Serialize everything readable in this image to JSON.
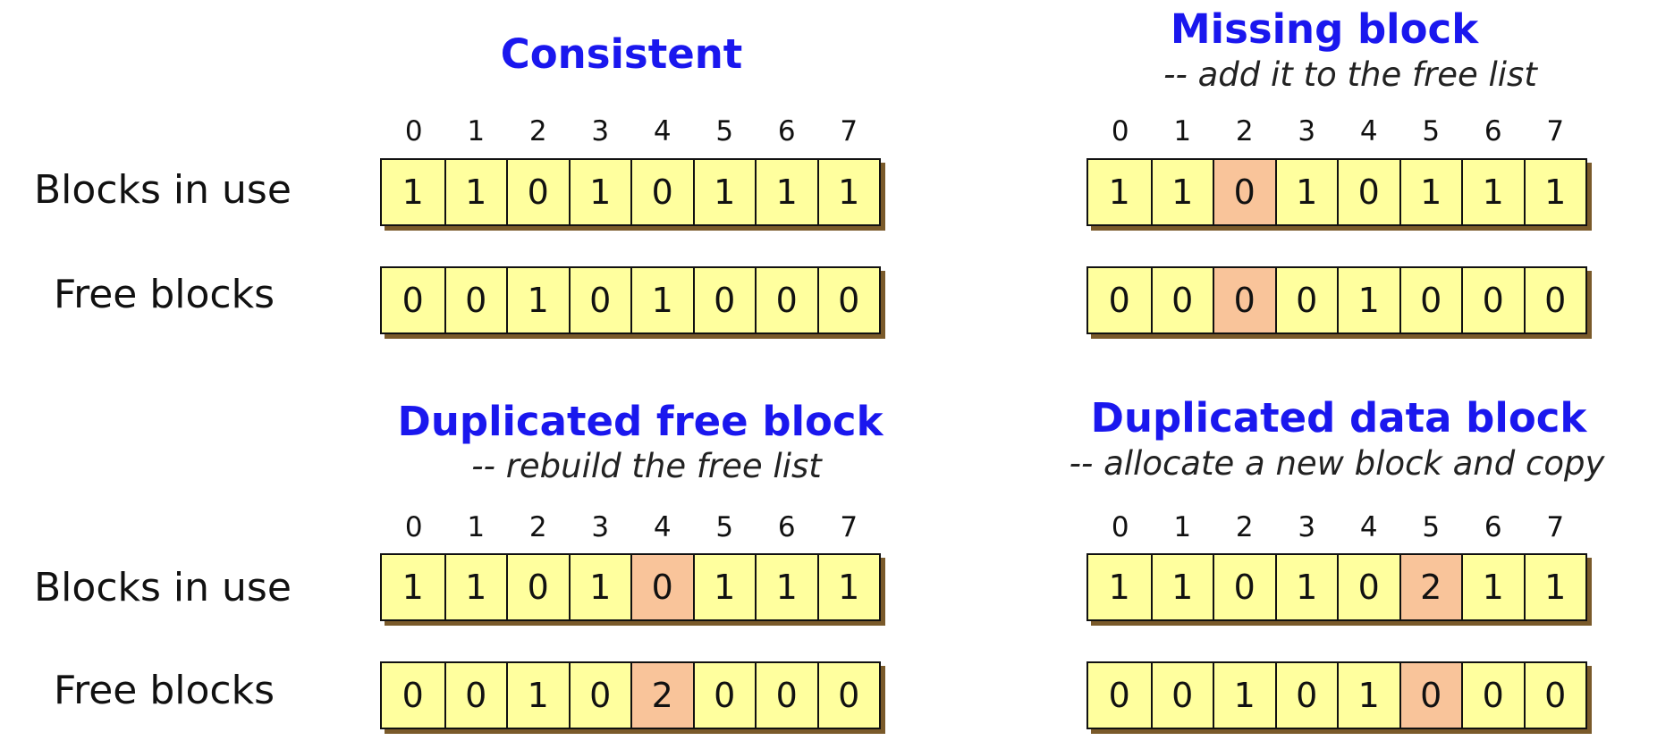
{
  "row_labels": {
    "in_use_top": "Blocks in use",
    "free_top": "Free blocks",
    "in_use_bottom": "Blocks in use",
    "free_bottom": "Free blocks"
  },
  "panels": [
    {
      "title": "Consistent",
      "subtitle": "",
      "indexes": [
        "0",
        "1",
        "2",
        "3",
        "4",
        "5",
        "6",
        "7"
      ],
      "in_use": [
        "1",
        "1",
        "0",
        "1",
        "0",
        "1",
        "1",
        "1"
      ],
      "free": [
        "0",
        "0",
        "1",
        "0",
        "1",
        "0",
        "0",
        "0"
      ],
      "highlight_index": null
    },
    {
      "title": "Missing block",
      "subtitle": "-- add it to the free list",
      "indexes": [
        "0",
        "1",
        "2",
        "3",
        "4",
        "5",
        "6",
        "7"
      ],
      "in_use": [
        "1",
        "1",
        "0",
        "1",
        "0",
        "1",
        "1",
        "1"
      ],
      "free": [
        "0",
        "0",
        "0",
        "0",
        "1",
        "0",
        "0",
        "0"
      ],
      "highlight_index": 2
    },
    {
      "title": "Duplicated free block",
      "subtitle": "-- rebuild the free list",
      "indexes": [
        "0",
        "1",
        "2",
        "3",
        "4",
        "5",
        "6",
        "7"
      ],
      "in_use": [
        "1",
        "1",
        "0",
        "1",
        "0",
        "1",
        "1",
        "1"
      ],
      "free": [
        "0",
        "0",
        "1",
        "0",
        "2",
        "0",
        "0",
        "0"
      ],
      "highlight_index": 4
    },
    {
      "title": "Duplicated data block",
      "subtitle": "-- allocate a new block and copy",
      "indexes": [
        "0",
        "1",
        "2",
        "3",
        "4",
        "5",
        "6",
        "7"
      ],
      "in_use": [
        "1",
        "1",
        "0",
        "1",
        "0",
        "2",
        "1",
        "1"
      ],
      "free": [
        "0",
        "0",
        "1",
        "0",
        "1",
        "0",
        "0",
        "0"
      ],
      "highlight_index": 5
    }
  ],
  "colors": {
    "title": "#1a17ee",
    "cell_fill": "#ffff9e",
    "highlight_fill": "#f9c49a",
    "shadow": "#7a5a2a"
  }
}
